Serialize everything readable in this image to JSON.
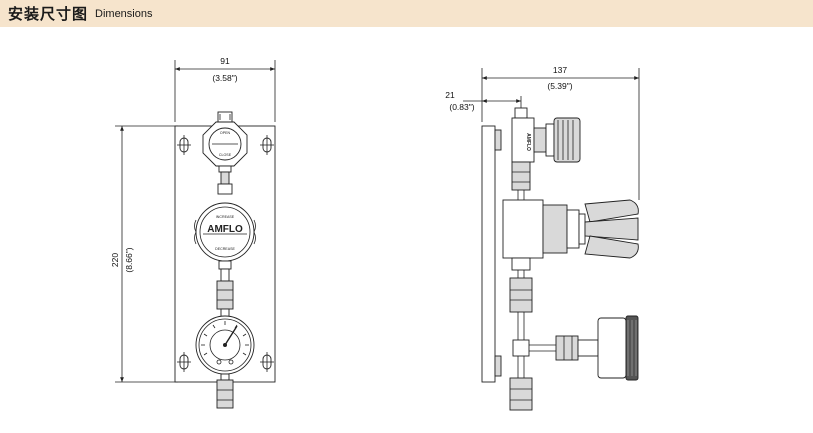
{
  "header": {
    "title_cn": "安装尺寸图",
    "title_en": "Dimensions"
  },
  "front_view": {
    "width_dim": {
      "mm": "91",
      "inch": "(3.58\")"
    },
    "height_dim": {
      "mm": "220",
      "inch": "(8.66\")"
    },
    "regulator_logo": "AMFLO",
    "knob_top_text": "INCREASE",
    "knob_bottom_text": "DECREASE"
  },
  "side_view": {
    "overall_dim": {
      "mm": "137",
      "inch": "(5.39\")"
    },
    "offset_dim": {
      "mm": "21",
      "inch": "(0.83\")"
    },
    "valve_logo": "AMFLO"
  }
}
